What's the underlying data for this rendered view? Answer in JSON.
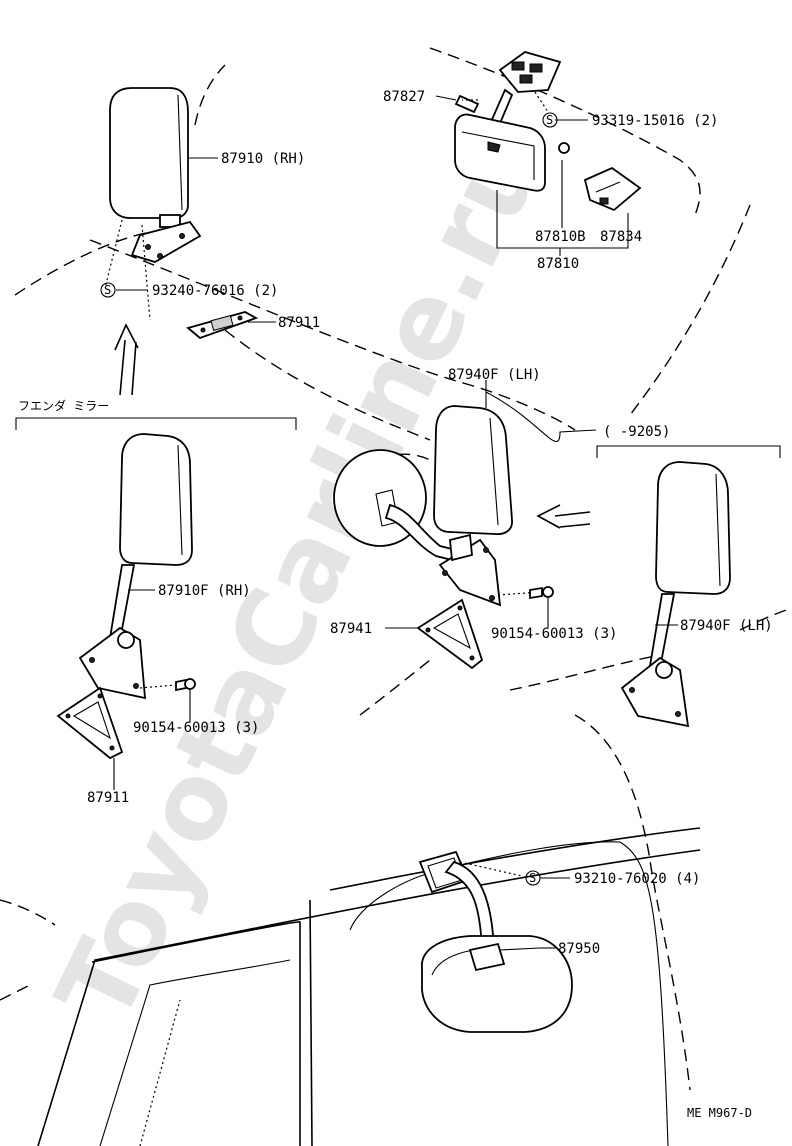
{
  "watermark": "ToyotaCarline.ru",
  "diagram_code": "ME M967-D",
  "section_fender_mirror": "フエンダ ミラー",
  "section_date_range": "(        -9205)",
  "labels": {
    "p87827": "87827",
    "p93319": "93319-15016 (2)",
    "p87910": "87910 (RH)",
    "p87810B": "87810B",
    "p87834": "87834",
    "p87810": "87810",
    "p93240": "93240-76016 (2)",
    "p87911_top": "87911",
    "p87940F": "87940F (LH)",
    "p87910F": "87910F (RH)",
    "p87941": "87941",
    "p90154_mid": "90154-60013 (3)",
    "p87940F2": "87940F (LH)",
    "p90154_left": "90154-60013 (3)",
    "p87911_bottom": "87911",
    "p93210": "93210-76020 (4)",
    "p87950": "87950"
  },
  "screw_symbol": "S"
}
